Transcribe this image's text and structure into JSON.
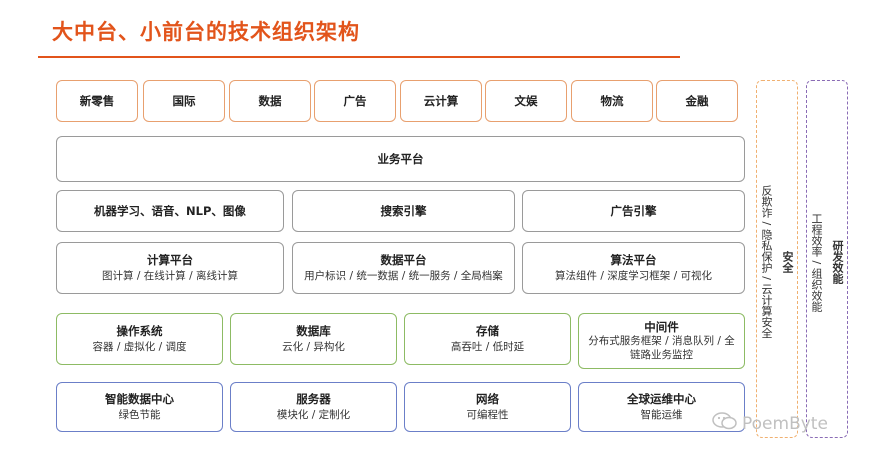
{
  "title": "大中台、小前台的技术组织架构",
  "row_business": [
    "新零售",
    "国际",
    "数据",
    "广告",
    "云计算",
    "文娱",
    "物流",
    "金融"
  ],
  "business_platform": "业务平台",
  "engines": [
    "机器学习、语音、NLP、图像",
    "搜索引擎",
    "广告引擎"
  ],
  "platforms": [
    {
      "title": "计算平台",
      "sub": "图计算 / 在线计算 / 离线计算"
    },
    {
      "title": "数据平台",
      "sub": "用户标识 / 统一数据 / 统一服务 / 全局档案"
    },
    {
      "title": "算法平台",
      "sub": "算法组件 / 深度学习框架 / 可视化"
    }
  ],
  "infra_software": [
    {
      "title": "操作系统",
      "sub": "容器 / 虚拟化 / 调度"
    },
    {
      "title": "数据库",
      "sub": "云化 / 异构化"
    },
    {
      "title": "存储",
      "sub": "高吞吐 / 低时延"
    },
    {
      "title": "中间件",
      "sub": "分布式服务框架 / 消息队列 / 全链路业务监控"
    }
  ],
  "infra_hardware": [
    {
      "title": "智能数据中心",
      "sub": "绿色节能"
    },
    {
      "title": "服务器",
      "sub": "模块化 / 定制化"
    },
    {
      "title": "网络",
      "sub": "可编程性"
    },
    {
      "title": "全球运维中心",
      "sub": "智能运维"
    }
  ],
  "side_security": {
    "title": "安全",
    "sub": "反欺诈 / 隐私保护 / 云计算安全"
  },
  "side_rnd": {
    "title": "研发效能",
    "sub": "工程效率 / 组织效能"
  },
  "watermark": "PoemByte",
  "colors": {
    "title": "#e2541b",
    "orange": "#e8a06f",
    "gray": "#9a9a9a",
    "green": "#8dbb64",
    "blue": "#6b7fc8",
    "purple": "#8a6bb5"
  }
}
